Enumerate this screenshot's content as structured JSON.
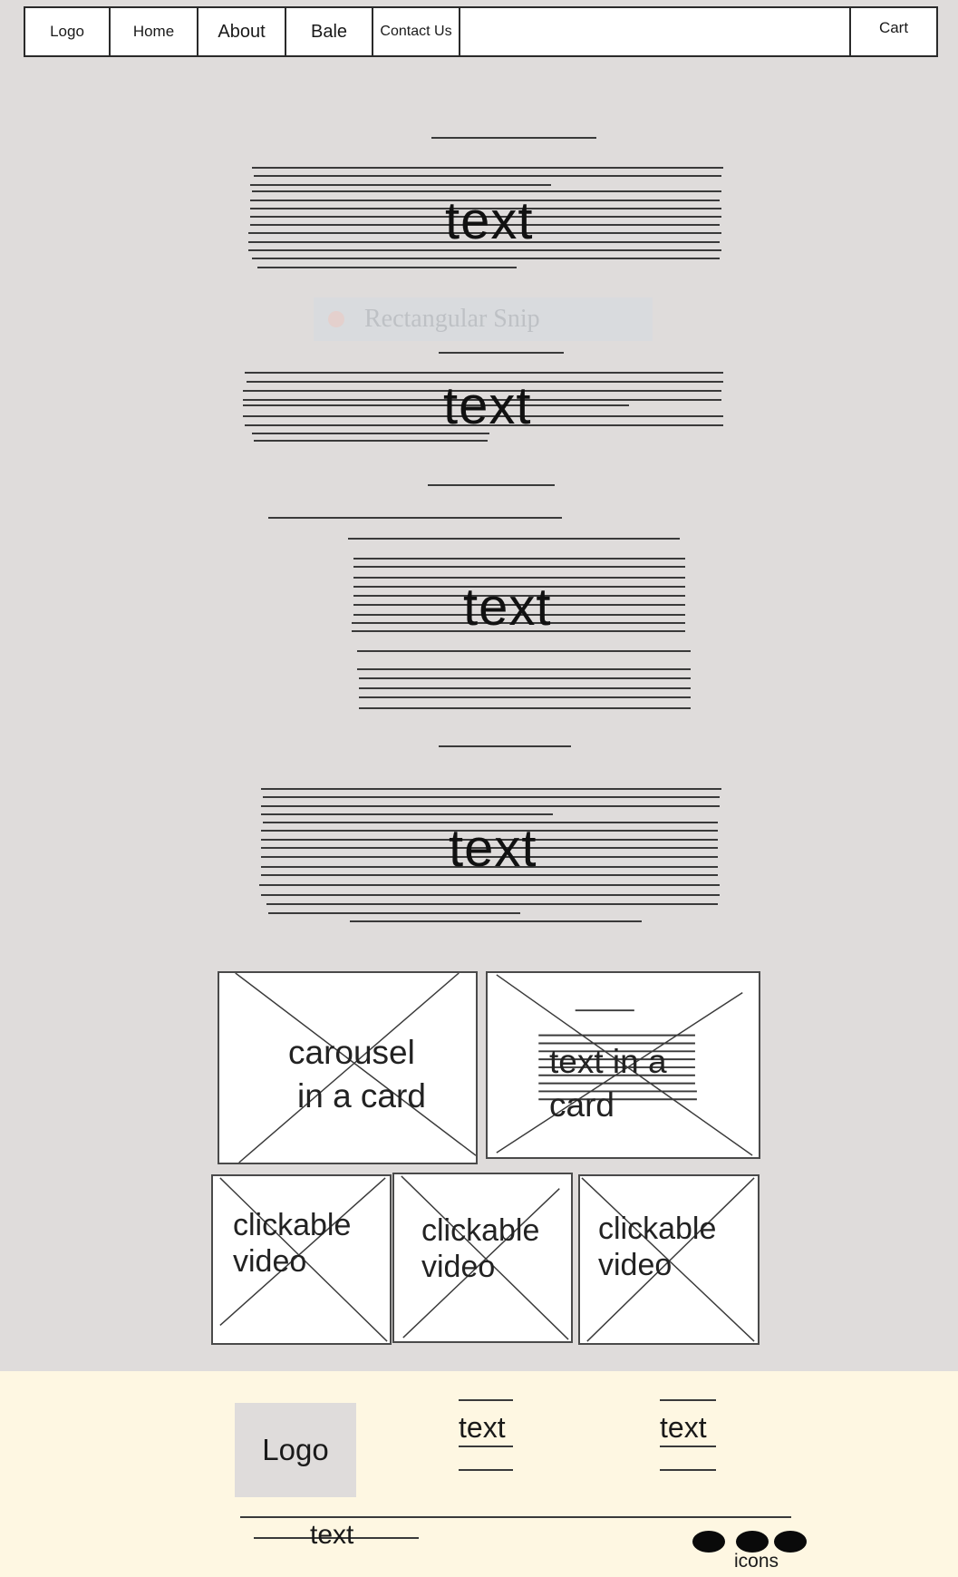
{
  "nav": {
    "items": [
      {
        "label": "Logo"
      },
      {
        "label": "Home"
      },
      {
        "label": "About"
      },
      {
        "label": "Bale"
      },
      {
        "label": "Contact Us"
      }
    ],
    "cart_label": "Cart"
  },
  "sections": [
    {
      "text": "text"
    },
    {
      "text": "text"
    },
    {
      "text": "text"
    },
    {
      "text": "text"
    }
  ],
  "snip": {
    "label": "Rectangular Snip"
  },
  "cards": {
    "carousel": {
      "line1": "carousel",
      "line2": "in a card"
    },
    "text_card": {
      "line1": "text in a",
      "line2": "card"
    },
    "videos": [
      {
        "line1": "clickable",
        "line2": "video"
      },
      {
        "line1": "clickable",
        "line2": "video"
      },
      {
        "line1": "clickable",
        "line2": "video"
      }
    ]
  },
  "footer": {
    "logo": "Logo",
    "text1": "text",
    "text2": "text",
    "bottom_text": "text",
    "icons_label": "icons"
  }
}
